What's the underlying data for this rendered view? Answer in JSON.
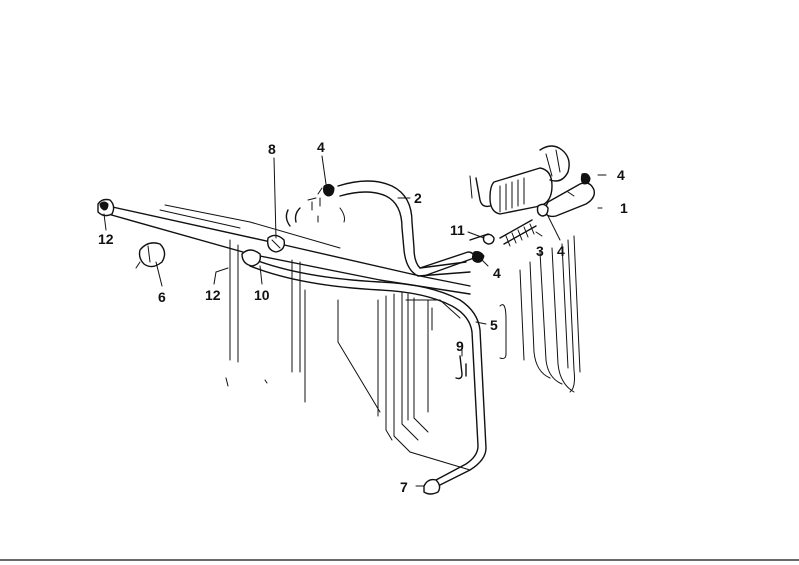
{
  "diagram": {
    "callouts": {
      "c1": "1",
      "c2": "2",
      "c3": "3",
      "c4a": "4",
      "c4b": "4",
      "c4c": "4",
      "c4d": "4",
      "c5": "5",
      "c6": "6",
      "c7": "7",
      "c8": "8",
      "c9": "9",
      "c10": "10",
      "c11": "11",
      "c12a": "12",
      "c12b": "12"
    }
  }
}
